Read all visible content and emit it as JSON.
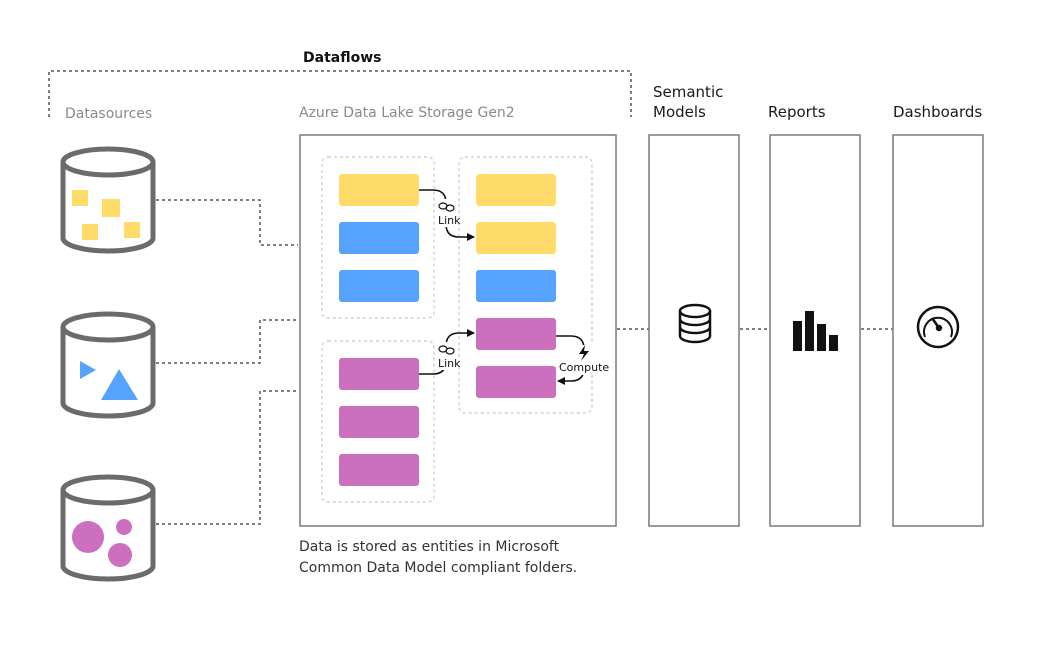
{
  "dataflows": {
    "title": "Dataflows"
  },
  "datasources": {
    "label": "Datasources"
  },
  "storage": {
    "label": "Azure Data Lake Storage Gen2",
    "caption_line1": "Data is stored as entities in Microsoft",
    "caption_line2": "Common Data Model compliant folders."
  },
  "links": {
    "link_label": "Link",
    "compute_label": "Compute"
  },
  "semantic_models": {
    "label_line1": "Semantic",
    "label_line2": "Models"
  },
  "reports": {
    "label": "Reports"
  },
  "dashboards": {
    "label": "Dashboards"
  },
  "colors": {
    "yellow": "#FFDC6A",
    "blue": "#56A3FF",
    "purple": "#CB6FBE",
    "outline": "#6b6b6b"
  },
  "icons": {
    "database": "database-icon",
    "bar_chart": "bar-chart-icon",
    "gauge": "gauge-icon",
    "link": "link-icon",
    "compute": "lightning-icon"
  }
}
